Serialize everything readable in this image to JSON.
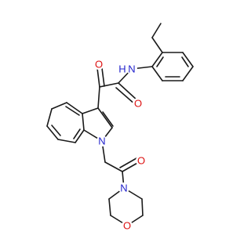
{
  "molecule": {
    "atoms": [
      {
        "id": "N_amide",
        "label": "N",
        "color": "#2222cc"
      },
      {
        "id": "H_amide",
        "label": "H",
        "color": "#2222cc"
      },
      {
        "id": "O_keto",
        "label": "O",
        "color": "#dd1111"
      },
      {
        "id": "O_amide",
        "label": "O",
        "color": "#dd1111"
      },
      {
        "id": "N_indole",
        "label": "N",
        "color": "#2222cc"
      },
      {
        "id": "O_acyl",
        "label": "O",
        "color": "#dd1111"
      },
      {
        "id": "N_morph",
        "label": "N",
        "color": "#2222cc"
      },
      {
        "id": "O_morph",
        "label": "O",
        "color": "#dd1111"
      }
    ]
  }
}
